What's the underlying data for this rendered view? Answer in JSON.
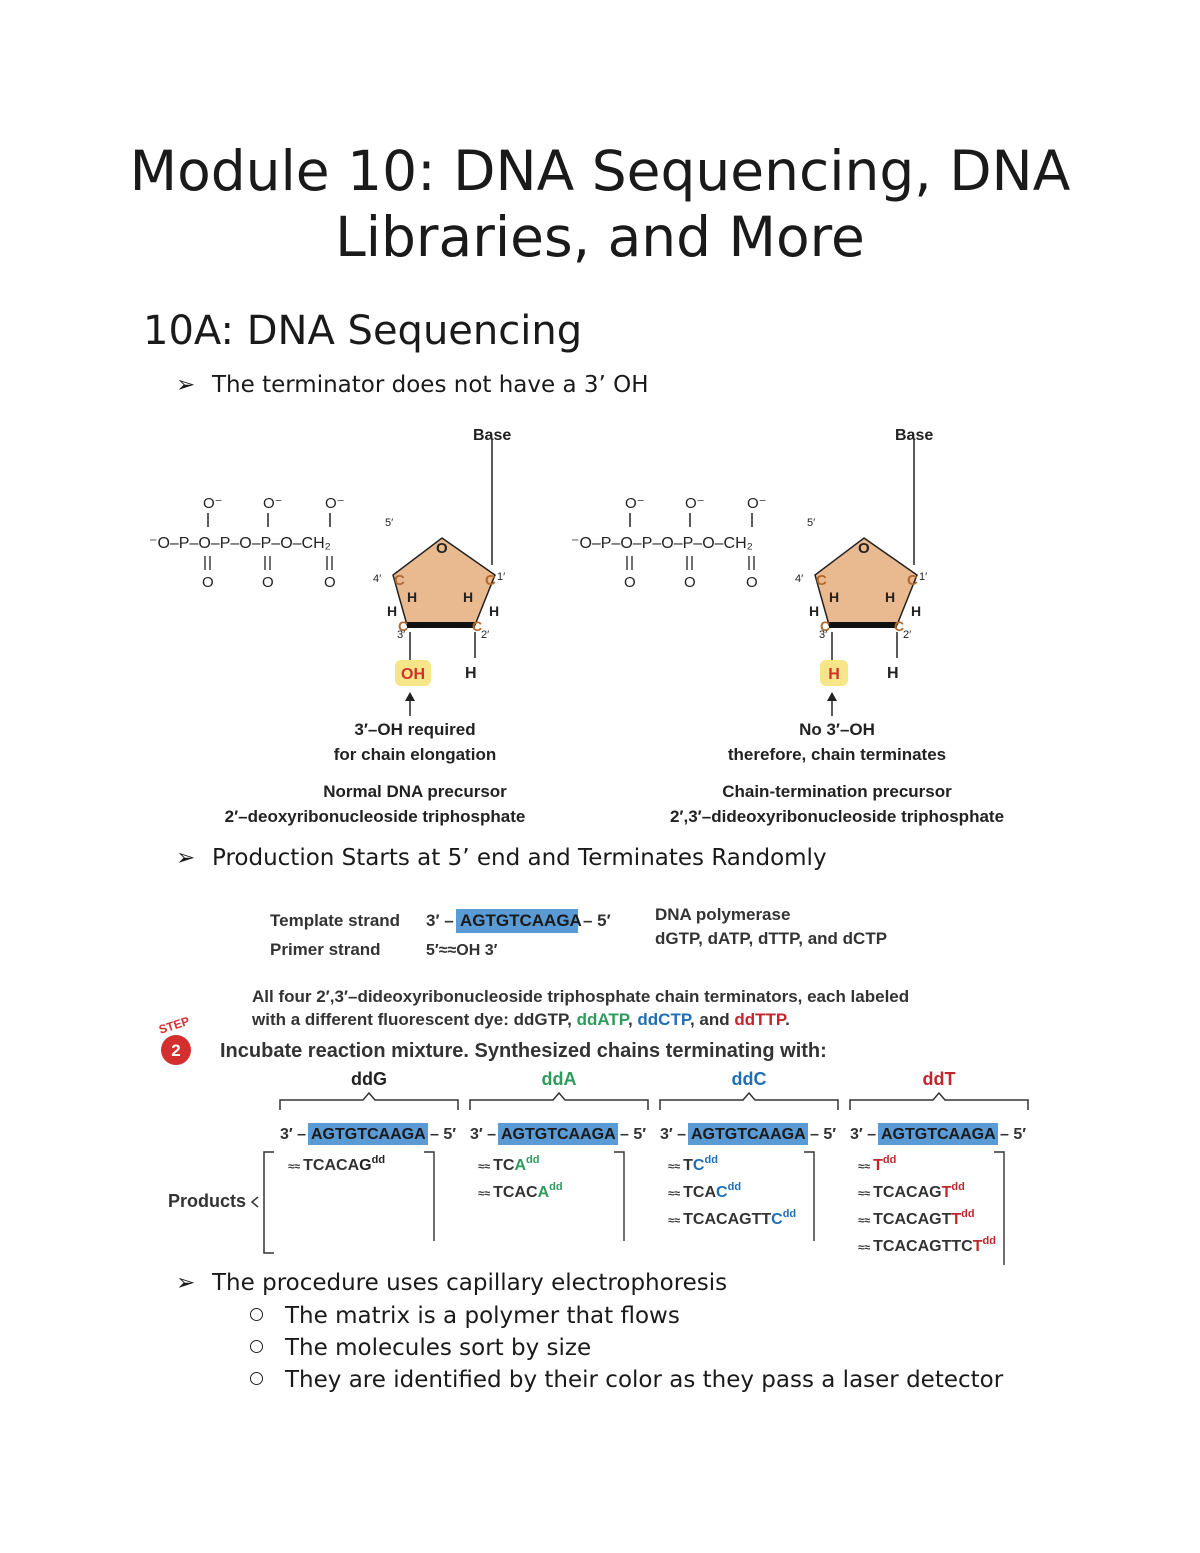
{
  "title": "Module 10: DNA Sequencing, DNA Libraries, and More",
  "section": "10A: DNA Sequencing",
  "bullets": {
    "b1": "The terminator does not have a 3’ OH",
    "b2": "Production Starts at 5’ end and Terminates Randomly",
    "b3": "The procedure uses capillary electrophoresis"
  },
  "sub_bullets": [
    "The matrix is a polymer that flows",
    "The molecules sort by size",
    "They are identified by their color as they pass a laser detector"
  ],
  "figure1": {
    "base": "Base",
    "o_minus": "O⁻",
    "normal": {
      "substituent": "OH",
      "caption1": "3′–OH required",
      "caption2": "for chain elongation",
      "name1": "Normal DNA precursor",
      "name2": "2′–deoxyribonucleoside triphosphate"
    },
    "terminator": {
      "substituent": "H",
      "caption1": "No 3′–OH",
      "caption2": "therefore, chain terminates",
      "name1": "Chain-termination precursor",
      "name2": "2′,3′–dideoxyribonucleoside triphosphate"
    }
  },
  "figure2": {
    "template_label": "Template strand",
    "primer_label": "Primer strand",
    "template_seq": "AGTGTCAAGA",
    "primer_text": "5′≈≈OH 3′",
    "polymerase": "DNA polymerase",
    "dntps": "dGTP, dATP, dTTP, and dCTP",
    "terminators_line1": "All four 2′,3′–dideoxyribonucleoside triphosphate chain terminators, each labeled",
    "terminators_line2_prefix": "with a different fluorescent dye: ddGTP, ",
    "ddATP": "ddATP",
    "ddCTP": "ddCTP",
    "ddTTP": "ddTTP",
    "step_label": "STEP",
    "step_number": "2",
    "step_text": "Incubate reaction mixture. Synthesized chains terminating with:",
    "products_label": "Products",
    "colors": {
      "G": "#222222",
      "A": "#2e9a5c",
      "C": "#1f6fb5",
      "T": "#c0272d",
      "highlight": "#5b9bd5",
      "yellow": "#f7e58a",
      "step": "#d32f2f"
    },
    "groups": [
      {
        "name": "ddG",
        "products": [
          {
            "prefix": "TCACA",
            "end": "G"
          }
        ]
      },
      {
        "name": "ddA",
        "products": [
          {
            "prefix": "TC",
            "end": "A"
          },
          {
            "prefix": "TCAC",
            "end": "A"
          }
        ]
      },
      {
        "name": "ddC",
        "products": [
          {
            "prefix": "T",
            "end": "C"
          },
          {
            "prefix": "TCA",
            "end": "C"
          },
          {
            "prefix": "TCACAGTT",
            "end": "C"
          }
        ]
      },
      {
        "name": "ddT",
        "products": [
          {
            "prefix": "",
            "end": "T"
          },
          {
            "prefix": "TCACAG",
            "end": "T"
          },
          {
            "prefix": "TCACAGT",
            "end": "T"
          },
          {
            "prefix": "TCACAGTTC",
            "end": "T"
          }
        ]
      }
    ],
    "dd": "dd",
    "three_prime": "3′ –",
    "five_prime": "– 5′"
  }
}
